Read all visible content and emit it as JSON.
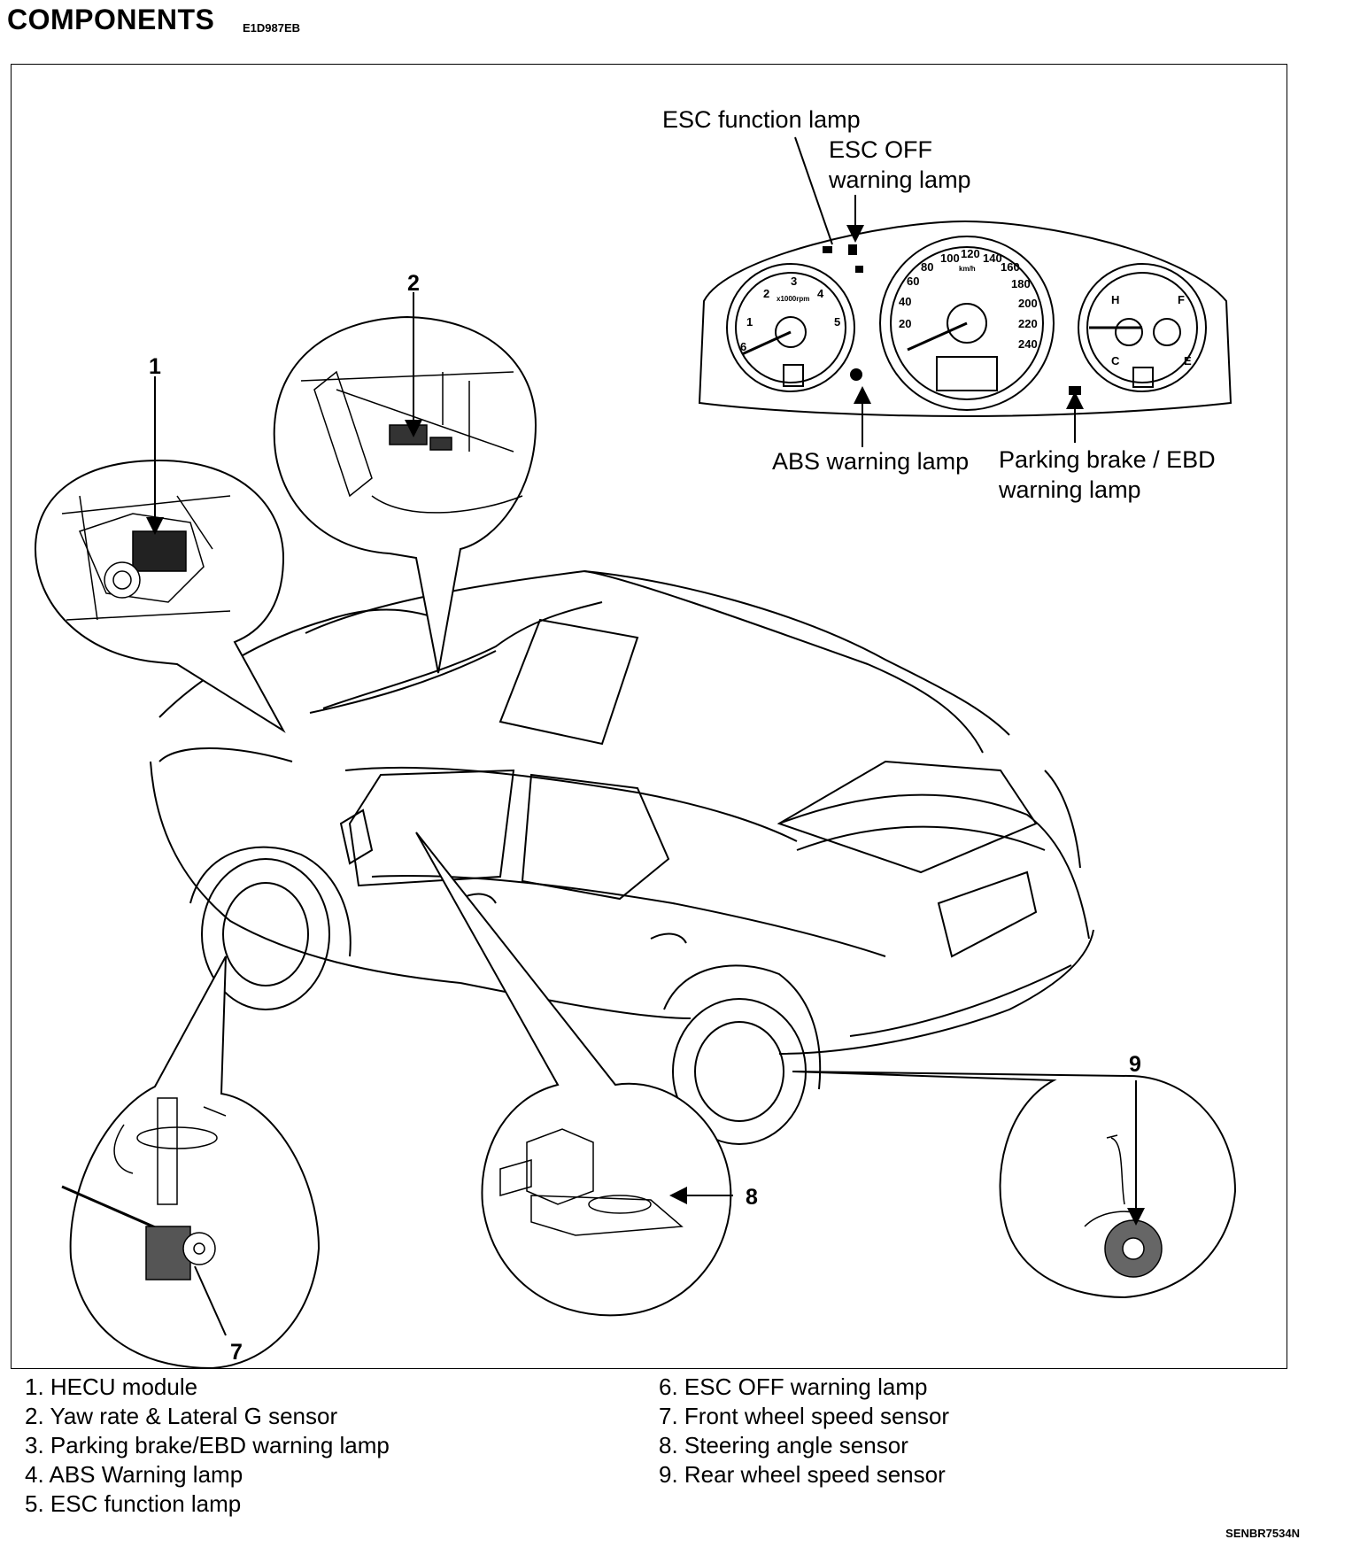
{
  "header": {
    "title": "COMPONENTS",
    "code": "E1D987EB"
  },
  "callouts": {
    "esc_function": "ESC function lamp",
    "esc_off_1": "ESC OFF",
    "esc_off_2": "warning lamp",
    "abs": "ABS warning lamp",
    "parking_1": "Parking brake / EBD",
    "parking_2": "warning lamp"
  },
  "numbers": [
    "1",
    "2",
    "7",
    "8",
    "9"
  ],
  "gauges": {
    "tach": [
      "1",
      "2",
      "3",
      "4",
      "5",
      "6"
    ],
    "tach_unit": "x1000rpm",
    "speed": [
      "20",
      "40",
      "60",
      "80",
      "100",
      "120",
      "140",
      "160",
      "180",
      "200",
      "220",
      "240"
    ],
    "speed_unit": "km/h",
    "temp_h": "H",
    "temp_c": "C",
    "fuel_f": "F",
    "fuel_e": "E"
  },
  "legend": [
    "1. HECU module",
    "2. Yaw rate & Lateral G sensor",
    "3. Parking brake/EBD warning lamp",
    "4. ABS Warning lamp",
    "5. ESC function lamp",
    "6. ESC OFF warning lamp",
    "7. Front wheel speed sensor",
    "8. Steering angle sensor",
    "9. Rear wheel speed sensor"
  ],
  "figure_code": "SENBR7534N"
}
